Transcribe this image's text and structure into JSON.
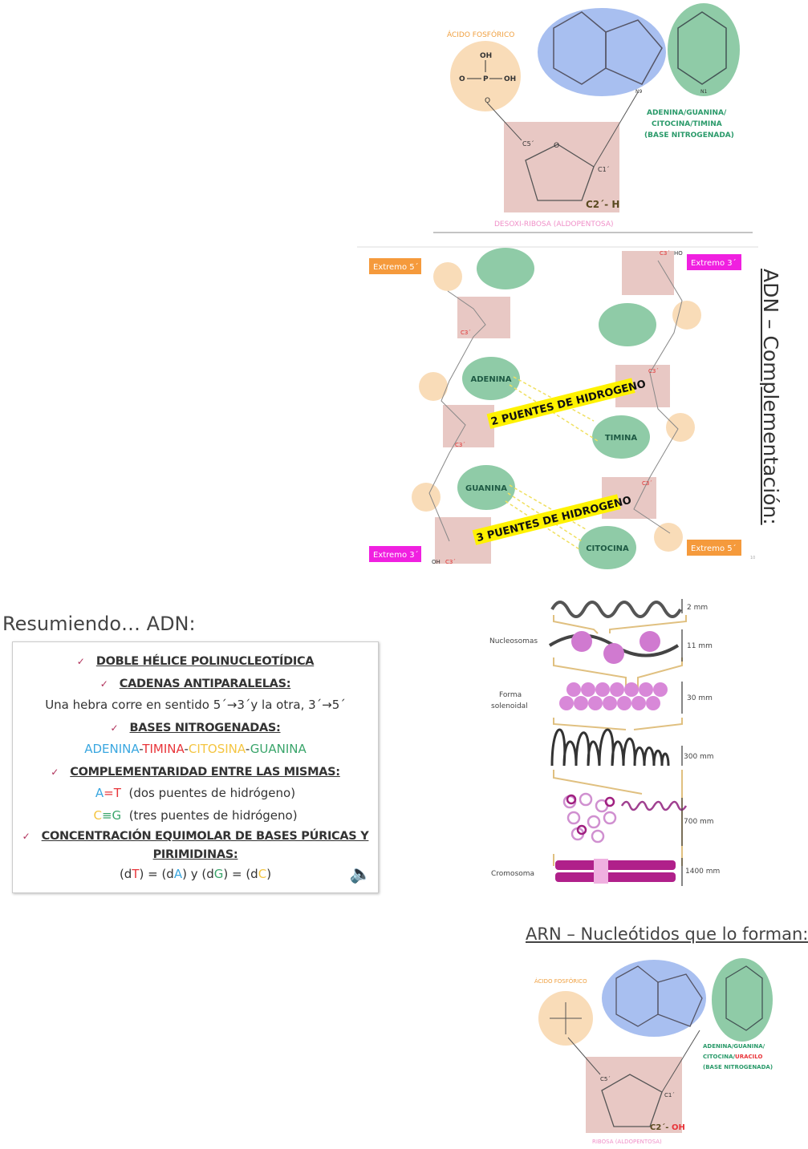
{
  "nucleotide_dna": {
    "phosphate_label": "ÁCIDO FOSFÓRICO",
    "phosphate_oh_top": "OH",
    "phosphate_oh_right": "OH",
    "phosphate_o_left": "O",
    "phosphate_p": "P",
    "phosphate_o_bottom": "O",
    "base_label_line1": "ADENINA/GUANINA/",
    "base_label_line2": "CITOCINA/TIMINA",
    "base_label_line3": "(BASE NITROGENADA)",
    "sugar_c5": "C5´",
    "sugar_o": "O",
    "sugar_c1": "C1´",
    "sugar_c2": "C2´- H",
    "sugar_label": "DESOXI-RIBOSA (ALDOPENTOSA)",
    "n9": "N9",
    "n1": "N1"
  },
  "complementation": {
    "title": "ADN – Complementación:",
    "ends": {
      "left_top": "Extremo 5´",
      "right_top": "Extremo 3´",
      "left_bottom": "Extremo 3´",
      "right_bottom": "Extremo 5´"
    },
    "bases": {
      "adenina": "ADENINA",
      "timina": "TIMINA",
      "guanina": "GUANINA",
      "citocina": "CITOCINA"
    },
    "bridge_2": "2 PUENTES DE HIDROGENO",
    "bridge_3": "3 PUENTES DE HIDROGENO",
    "c3_label": "C3´",
    "ho_label": "HO",
    "oh_label": "OH",
    "slide_number": "10"
  },
  "summary": {
    "title": "Resumiendo… ADN:",
    "check": "✓",
    "item1": "DOBLE HÉLICE POLINUCLEOTÍDICA",
    "item2": "CADENAS ANTIPARALELAS:",
    "item2_detail": "Una hebra corre en sentido 5´→3´y la otra, 3´→5´",
    "item3": "BASES NITROGENADAS:",
    "bases": {
      "a": "ADENINA",
      "t": "TIMINA",
      "c": "CITOSINA",
      "g": "GUANINA",
      "sep": "-"
    },
    "item4": "COMPLEMENTARIDAD ENTRE LAS MISMAS:",
    "at": {
      "a": "A",
      "eq": "=",
      "t": "T",
      "text": "(dos puentes de hidrógeno)"
    },
    "cg": {
      "c": "C",
      "eq": "≡",
      "g": "G",
      "text": "(tres puentes de hidrógeno)"
    },
    "item5_line1": "CONCENTRACIÓN EQUIMOLAR DE BASES PÚRICAS Y",
    "item5_line2": "PIRIMIDINAS:",
    "formula": {
      "p1": "(d",
      "t": "T",
      "p2": ") = (d",
      "a": "A",
      "p3": ") y (d",
      "g": "G",
      "p4": ") = (d",
      "c": "C",
      "p5": ")"
    },
    "colors": {
      "adenina": "#3aa7e0",
      "timina": "#e8353a",
      "citosina": "#f4c542",
      "guanina": "#3aa56b"
    }
  },
  "chromatin": {
    "labels": {
      "nucleosomas": "Nucleosomas",
      "solenoidal_1": "Forma",
      "solenoidal_2": "solenoidal",
      "cromosoma": "Cromosoma"
    },
    "sizes": [
      "2 mm",
      "11 mm",
      "30 mm",
      "300 mm",
      "700 mm",
      "1400 mm"
    ]
  },
  "nucleotide_rna": {
    "title": "ARN – Nucleótidos que lo forman:",
    "phosphate_label": "ÁCIDO FOSFÓRICO",
    "base_label_line1": "ADENINA/GUANINA/",
    "base_label_line2a": "CITOCINA/",
    "base_label_line2b": "URACILO",
    "base_label_line3": "(BASE NITROGENADA)",
    "sugar_c2a": "C2´- ",
    "sugar_c2b": "OH",
    "sugar_label": "RIBOSA (ALDOPENTOSA)",
    "sugar_c5": "C5´",
    "sugar_c1": "C1´"
  }
}
